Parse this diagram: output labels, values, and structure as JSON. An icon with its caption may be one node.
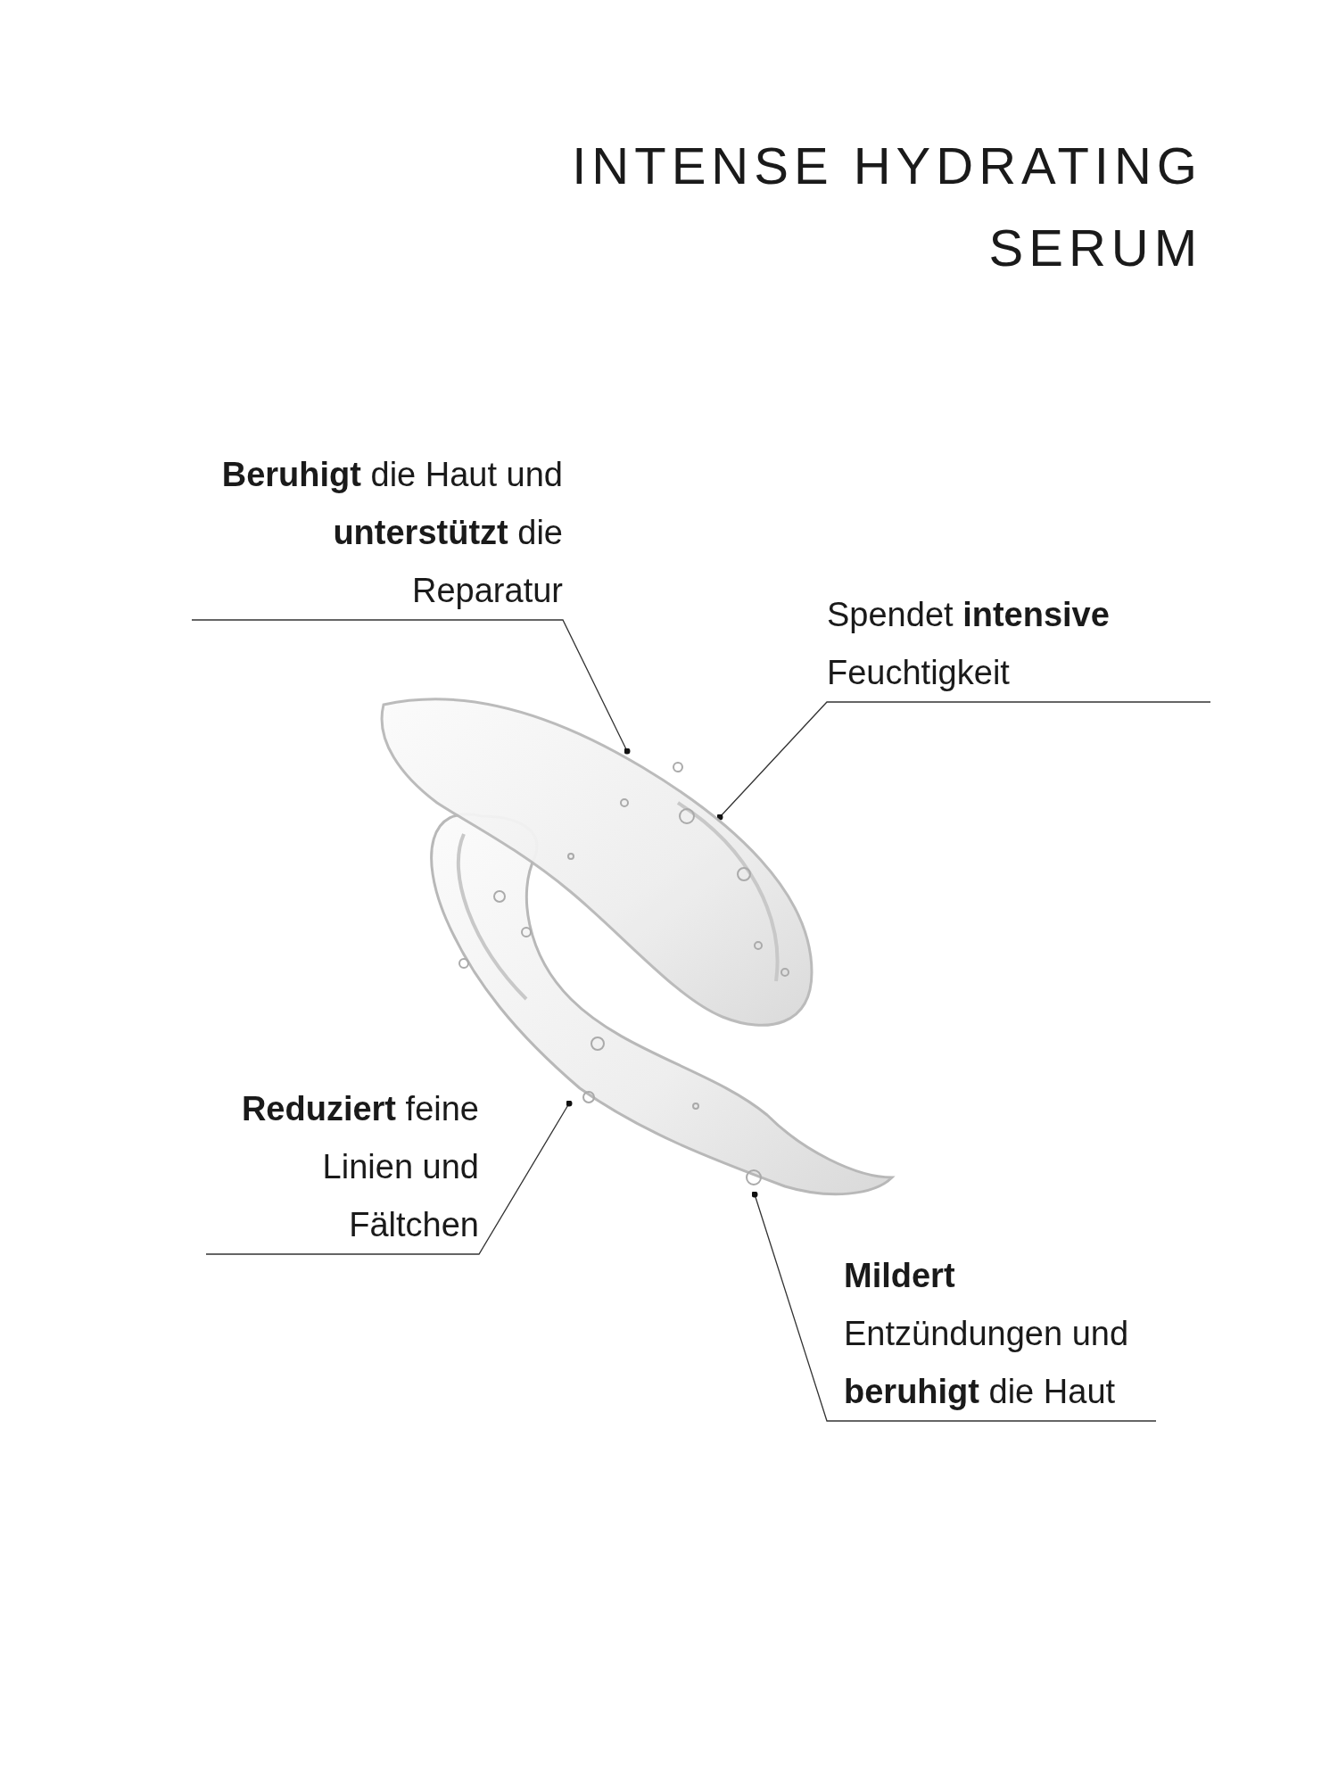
{
  "diagram": {
    "title": "INTENSE HYDRATING SERUM",
    "nodes": [
      {
        "text": [
          "**Beruhigt** die Haut und **unterstützt** die Reparatur"
        ]
      },
      {
        "text": [
          "Spendet **intensive** Feuchtigkeit"
        ]
      },
      {
        "text": [],
        "shape": "picture"
      },
      {
        "text": [
          "**Reduziert** feine Linien und Fältchen"
        ]
      },
      {
        "text": [
          "**Mildert** Entzündungen und **beruhigt** die Haut"
        ]
      }
    ],
    "edges": [
      {
        "from": 0,
        "to": 2,
        "arrow": "other"
      },
      {
        "from": 1,
        "to": 2,
        "arrow": "other"
      },
      {
        "from": 3,
        "to": 2,
        "arrow": "other"
      },
      {
        "from": 4,
        "to": 2,
        "arrow": "other"
      }
    ]
  }
}
